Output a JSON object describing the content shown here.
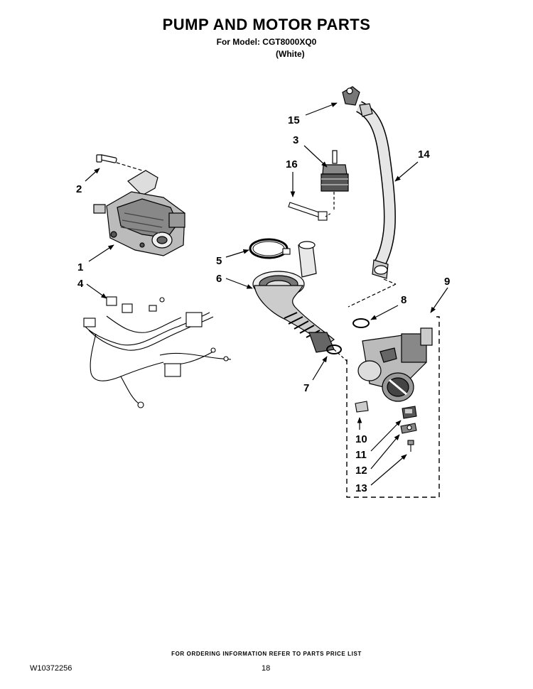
{
  "header": {
    "title": "PUMP AND MOTOR PARTS",
    "model_line": "For Model: CGT8000XQ0",
    "color_line": "(White)"
  },
  "callouts": {
    "c1": "1",
    "c2": "2",
    "c3": "3",
    "c4": "4",
    "c5": "5",
    "c6": "6",
    "c7": "7",
    "c8": "8",
    "c9": "9",
    "c10": "10",
    "c11": "11",
    "c12": "12",
    "c13": "13",
    "c14": "14",
    "c15": "15",
    "c16": "16"
  },
  "footer": {
    "ordering_note": "FOR ORDERING INFORMATION REFER TO PARTS PRICE LIST",
    "document_number": "W10372256",
    "page_number": "18"
  },
  "icons": {
    "motor": "motor-icon",
    "wire_harness": "wire-harness-icon",
    "drain_hose": "drain-hose-icon",
    "pump": "pump-icon"
  }
}
